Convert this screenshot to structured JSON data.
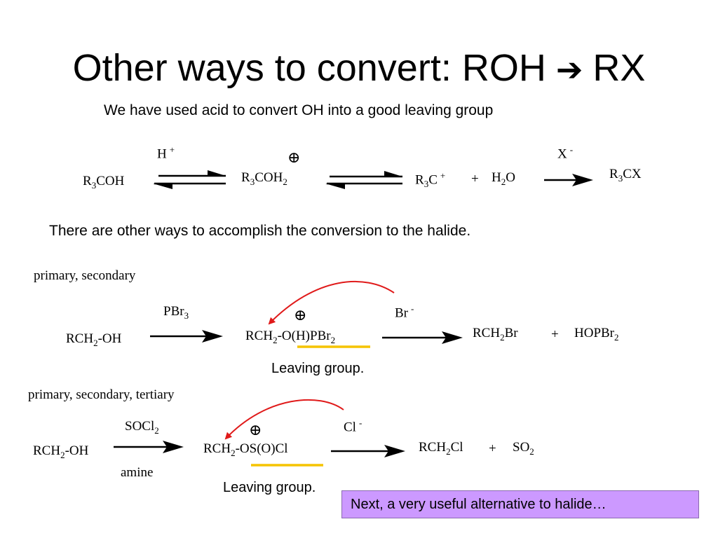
{
  "slide": {
    "title": {
      "before": "Other ways to convert: ROH",
      "arrow": "➔",
      "after": "RX"
    },
    "subtitle": "We have used acid to convert OH into a good leaving group",
    "acid_scheme": {
      "reagent1": "H",
      "reagent1_charge": "+",
      "reactant": {
        "base": "R",
        "sub": "3",
        "rest": "COH"
      },
      "intermediate": {
        "base": "R",
        "sub1": "3",
        "mid": "COH",
        "sub2": "2"
      },
      "intermediate_charge": "⊕",
      "carbocation": {
        "base": "R",
        "sub": "3",
        "rest": "C",
        "charge": "+"
      },
      "plus": "+",
      "water": {
        "base": "H",
        "sub": "2",
        "rest": "O"
      },
      "reagent2": "X",
      "reagent2_charge": "-",
      "product": {
        "base": "R",
        "sub": "3",
        "rest": "CX"
      }
    },
    "other_ways": "There are other ways to accomplish the conversion to the halide.",
    "pbr3_scheme": {
      "scope": "primary, secondary",
      "reagent": {
        "base": "PBr",
        "sub": "3"
      },
      "reactant": {
        "base": "RCH",
        "sub": "2",
        "rest": "-OH"
      },
      "intermediate": {
        "base": "RCH",
        "sub1": "2",
        "mid": "-O(H)PBr",
        "sub2": "2"
      },
      "intermediate_charge": "⊕",
      "nucleophile": "Br",
      "nucleophile_charge": "-",
      "product1": {
        "base": "RCH",
        "sub": "2",
        "rest": "Br"
      },
      "plus": "+",
      "product2": {
        "base": "HOPBr",
        "sub": "2"
      },
      "leaving_group_label": "Leaving group."
    },
    "socl2_scheme": {
      "scope": "primary, secondary, tertiary",
      "reagent": {
        "base": "SOCl",
        "sub": "2"
      },
      "reagent_below": "amine",
      "reactant": {
        "base": "RCH",
        "sub": "2",
        "rest": "-OH"
      },
      "intermediate": {
        "base": "RCH",
        "sub": "2",
        "rest": "-OS(O)Cl"
      },
      "intermediate_charge": "⊕",
      "nucleophile": "Cl",
      "nucleophile_charge": "-",
      "product1": {
        "base": "RCH",
        "sub": "2",
        "rest": "Cl"
      },
      "plus": "+",
      "product2": {
        "base": "SO",
        "sub": "2"
      },
      "leaving_group_label": "Leaving group."
    },
    "callout": "Next, a very useful alternative to halide…",
    "colors": {
      "curved_arrow": "#e01a1a",
      "leaving_group_underline": "#f5c400",
      "callout_bg": "#cc99ff"
    }
  }
}
